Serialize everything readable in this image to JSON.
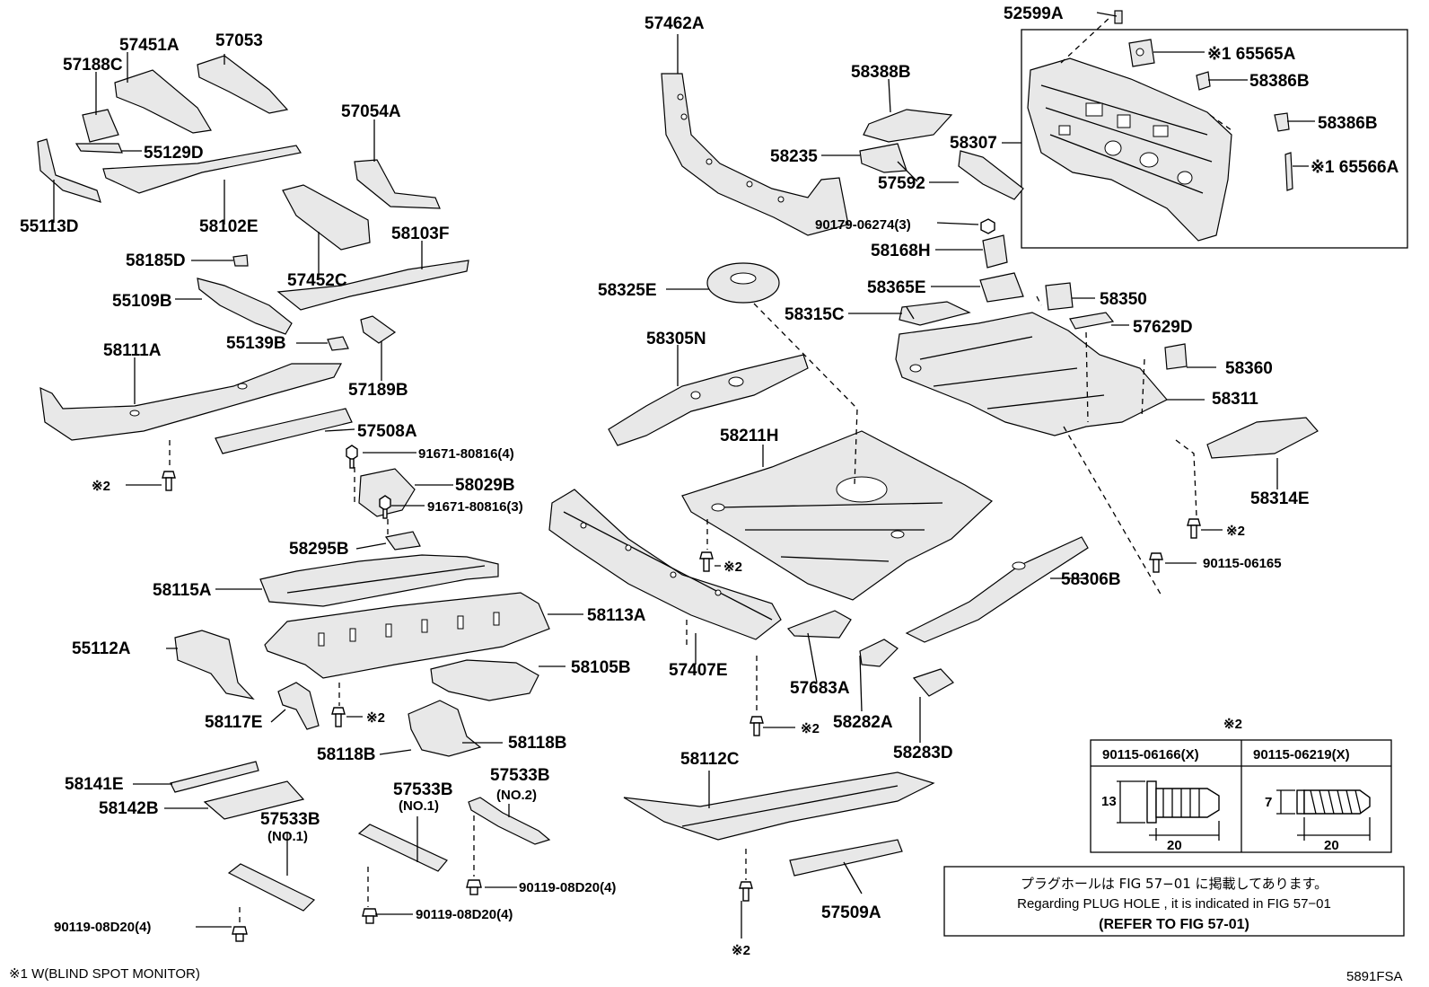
{
  "labels": {
    "l57462A": "57462A",
    "l52599A": "52599A",
    "l65565A": "※1 65565A",
    "l58386B_1": "58386B",
    "l58386B_2": "58386B",
    "l65566A": "※1 65566A",
    "l58388B": "58388B",
    "l58235": "58235",
    "l57592": "57592",
    "l58307": "58307",
    "l90179": "90179-06274(3)",
    "l58168H": "58168H",
    "l58365E": "58365E",
    "l58350": "58350",
    "l58315C": "58315C",
    "l57629D": "57629D",
    "l58325E": "58325E",
    "l58360": "58360",
    "l58311": "58311",
    "l58305N": "58305N",
    "l58314E": "58314E",
    "l58211H": "58211H",
    "l90115_06165": "90115-06165",
    "l58306B": "58306B",
    "l57451A": "57451A",
    "l57053": "57053",
    "l57188C": "57188C",
    "l57054A": "57054A",
    "l55129D": "55129D",
    "l55113D": "55113D",
    "l58102E": "58102E",
    "l58103F": "58103F",
    "l58185D": "58185D",
    "l57452C": "57452C",
    "l55109B": "55109B",
    "l55139B": "55139B",
    "l58111A": "58111A",
    "l57189B": "57189B",
    "l57508A": "57508A",
    "l91671_4": "91671-80816(4)",
    "l58029B": "58029B",
    "l91671_3": "91671-80816(3)",
    "l58295B": "58295B",
    "l58115A": "58115A",
    "l58113A": "58113A",
    "l55112A": "55112A",
    "l58105B": "58105B",
    "l57407E": "57407E",
    "l57683A": "57683A",
    "l58117E": "58117E",
    "l58282A": "58282A",
    "l58118B_1": "58118B",
    "l58118B_2": "58118B",
    "l58283D": "58283D",
    "l58112C": "58112C",
    "l58141E": "58141E",
    "l58142B": "58142B",
    "l57533B_1": "57533B",
    "l57533B_no1_1": "(NO.1)",
    "l57533B_2": "57533B",
    "l57533B_no2": "(NO.2)",
    "l57533B_3": "57533B",
    "l57533B_no1_2": "(NO.1)",
    "l90119_a": "90119-08D20(4)",
    "l90119_b": "90119-08D20(4)",
    "l90119_c": "90119-08D20(4)",
    "l57509A": "57509A",
    "r2_a": "※2",
    "r2_b": "※2",
    "r2_c": "※2",
    "r2_d": "※2",
    "r2_e": "※2",
    "r2_f": "※2"
  },
  "fastener_table": {
    "marker": "※2",
    "col1": {
      "part": "90115-06166(X)",
      "height_dim": "13",
      "length_dim": "20"
    },
    "col2": {
      "part": "90115-06219(X)",
      "height_dim": "7",
      "length_dim": "20"
    }
  },
  "note_box": {
    "line1": "プラグホールは FIG 57−01 に掲載してあります。",
    "line2": "Regarding PLUG HOLE , it is indicated in FIG 57−01",
    "line3": "(REFER TO FIG 57-01)"
  },
  "footnote": "※1 W(BLIND SPOT MONITOR)",
  "figure_code": "5891FSA"
}
